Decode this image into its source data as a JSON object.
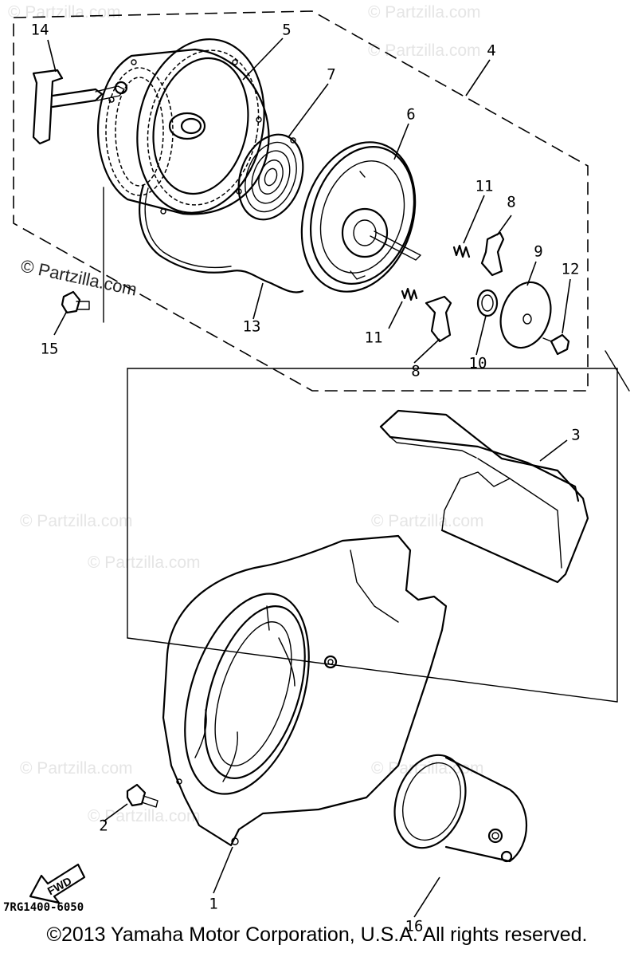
{
  "copyright": "©2013 Yamaha Motor Corporation, U.S.A. All rights reserved.",
  "diagram_code": "7RG1400-6050",
  "fwd_label": "FWD",
  "watermark": "© Partzilla.com",
  "callouts": {
    "c1": "1",
    "c2": "2",
    "c3": "3",
    "c4": "4",
    "c5": "5",
    "c6": "6",
    "c7": "7",
    "c8a": "8",
    "c8b": "8",
    "c9": "9",
    "c10": "10",
    "c11a": "11",
    "c11b": "11",
    "c12": "12",
    "c13": "13",
    "c14": "14",
    "c15": "15",
    "c16": "16"
  }
}
